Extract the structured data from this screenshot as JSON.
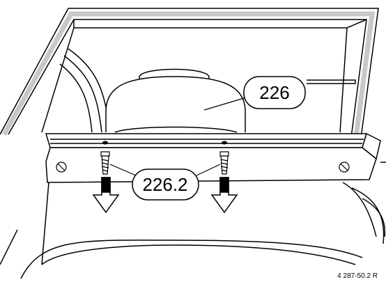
{
  "callouts": {
    "part_main": "226",
    "part_screws": "226.2"
  },
  "reference": "4 287-50.2 R",
  "colors": {
    "frame_gray": "#c8c8c8",
    "line": "#000000",
    "background": "#ffffff"
  },
  "icons": [
    "screw-icon",
    "arrow-down-icon",
    "bolt-head-icon"
  ]
}
